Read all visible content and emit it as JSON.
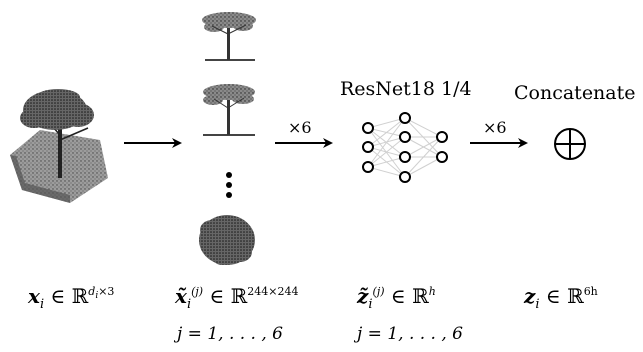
{
  "pipeline": {
    "network_label": "ResNet18 1/4",
    "concat_label": "Concatenate",
    "repeat_1": "×6",
    "repeat_2": "×6",
    "ellipsis": "⋮"
  },
  "equations": {
    "point_cloud": {
      "symbol": "x",
      "sub": "i",
      "in": "∈",
      "set": "ℝ",
      "sup": "d",
      "sup_sub": "i",
      "sup_rest": "×3"
    },
    "projection": {
      "symbol": "x̃",
      "sub": "i",
      "index": "(j)",
      "in": "∈",
      "set": "ℝ",
      "sup": "244×244"
    },
    "projection_range": "j = 1, . . . , 6",
    "embedding": {
      "symbol": "z̃",
      "sub": "i",
      "index": "(j)",
      "in": "∈",
      "set": "ℝ",
      "sup": "h"
    },
    "embedding_range": "j = 1, . . . , 6",
    "concat": {
      "symbol": "z",
      "sub": "i",
      "in": "∈",
      "set": "ℝ",
      "sup": "6h"
    }
  },
  "icons": {
    "point_cloud": "tree-point-cloud-icon",
    "projection_top": "tree-side-view-icon",
    "projection_mid": "tree-side-view-icon",
    "projection_bottom": "tree-top-view-icon",
    "network": "neural-network-icon",
    "concat": "circled-plus-icon"
  }
}
